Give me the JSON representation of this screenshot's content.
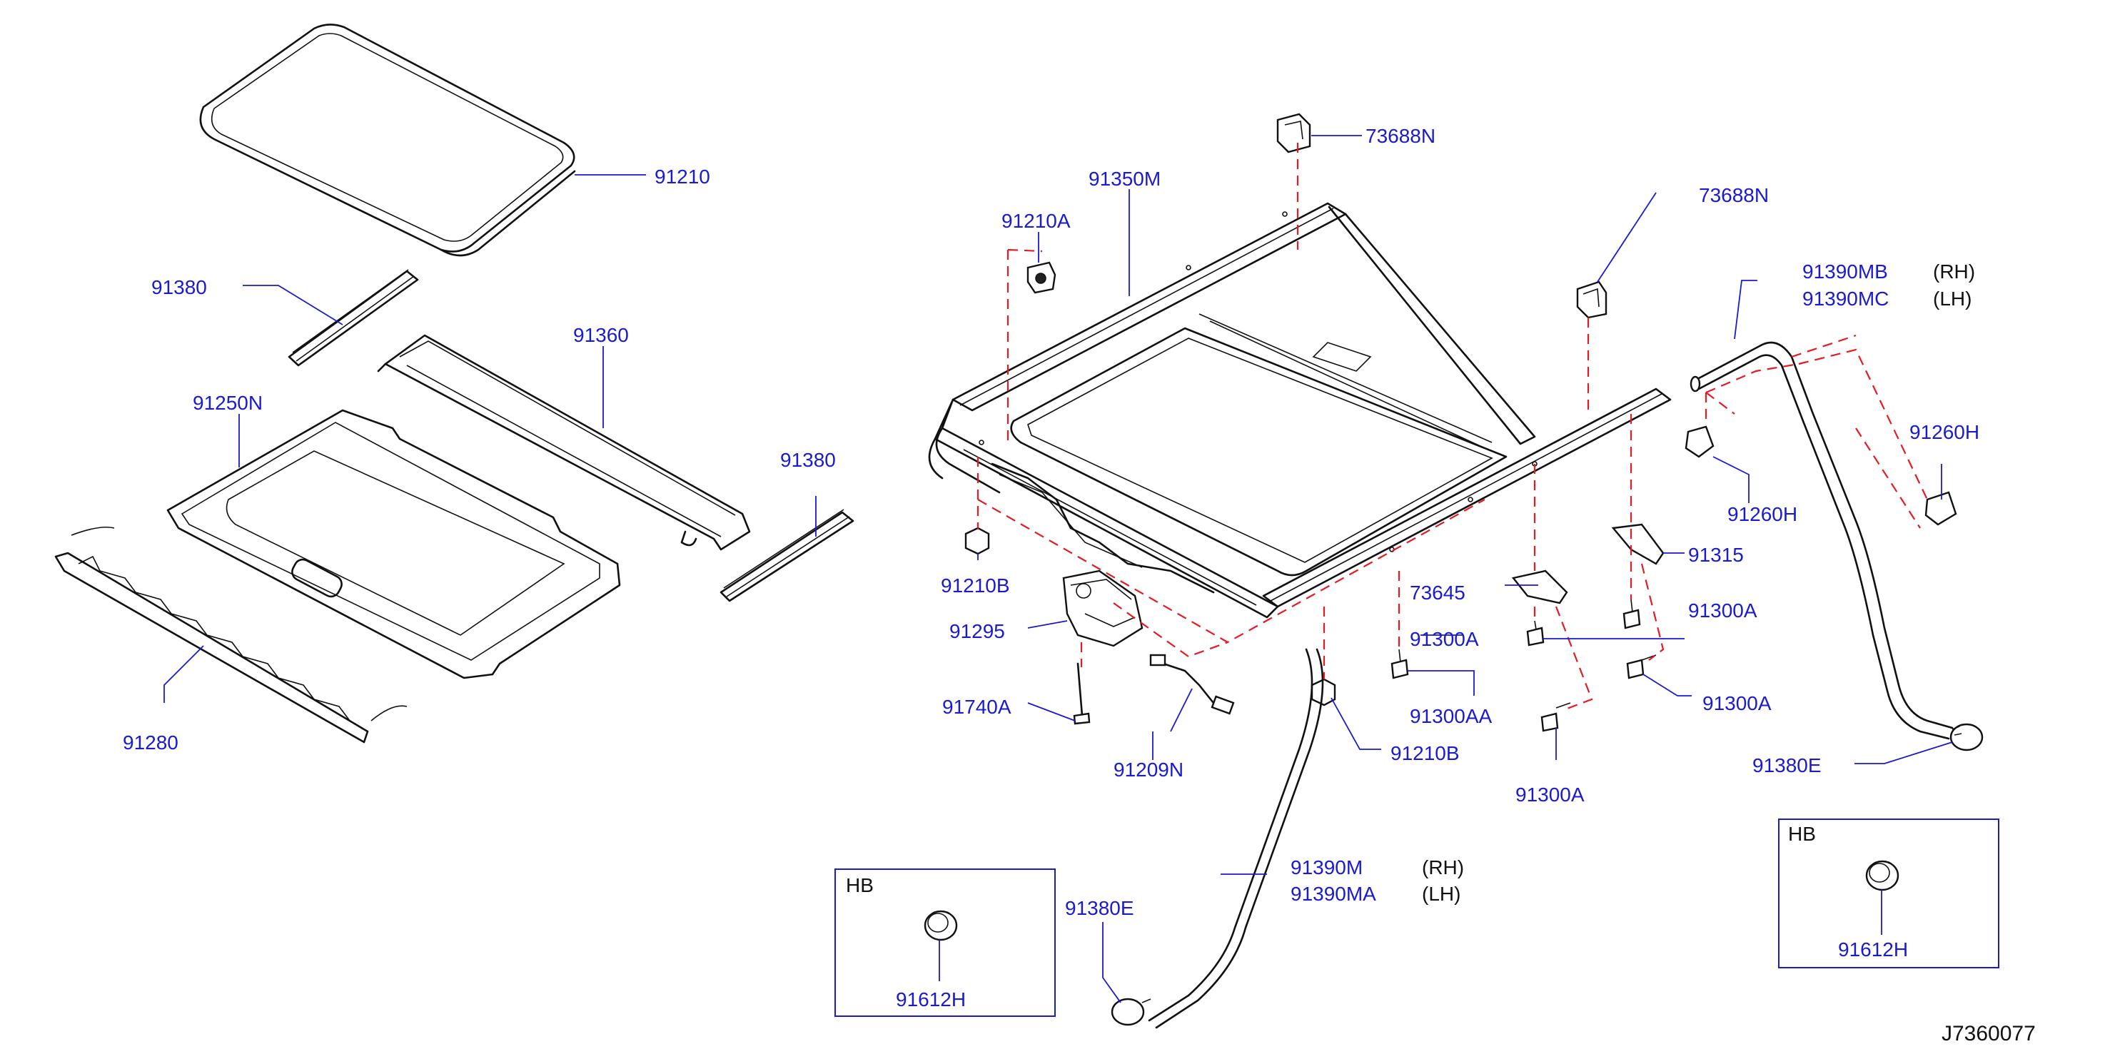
{
  "diagram": {
    "part_numbers": {
      "p91210": "91210",
      "p91380_left": "91380",
      "p91360": "91360",
      "p91250n": "91250N",
      "p91380_right": "91380",
      "p91280": "91280",
      "p73688n_top": "73688N",
      "p91350m": "91350M",
      "p91210a": "91210A",
      "p73688n_right": "73688N",
      "p91390mb": "91390MB",
      "p91390mc": "91390MC",
      "p91260h_right": "91260H",
      "p91260h_left": "91260H",
      "p91315": "91315",
      "p91300a_1": "91300A",
      "p73645": "73645",
      "p91210b_left": "91210B",
      "p91300a_2": "91300A",
      "p91295": "91295",
      "p91300aa": "91300AA",
      "p91300a_3": "91300A",
      "p91740a": "91740A",
      "p91210b_right": "91210B",
      "p91300a_4": "91300A",
      "p91209n": "91209N",
      "p91380e_right": "91380E",
      "p91390m": "91390M",
      "p91390ma": "91390MA",
      "p91380e_left": "91380E",
      "p91612h_left": "91612H",
      "p91612h_right": "91612H"
    },
    "notes": {
      "rh_top": "(RH)",
      "lh_top": "(LH)",
      "rh_bottom": "(RH)",
      "lh_bottom": "(LH)"
    },
    "boxes": {
      "hb_left": "HB",
      "hb_right": "HB"
    },
    "drawing_id": "J7360077"
  }
}
